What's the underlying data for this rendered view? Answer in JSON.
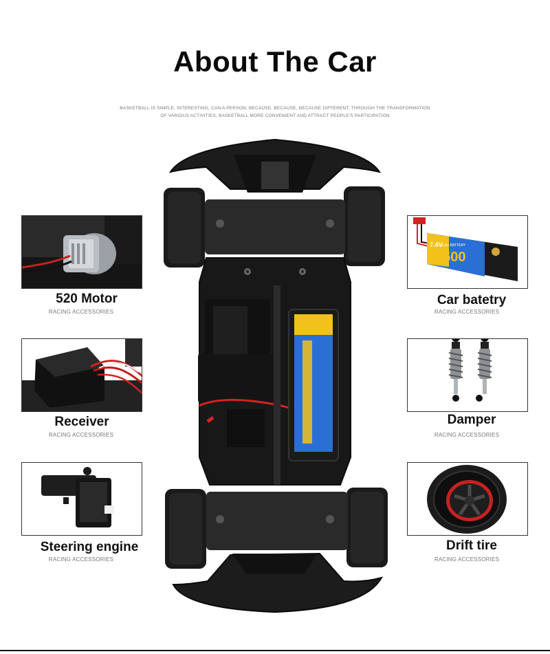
{
  "header": {
    "title": "About The Car",
    "subtitle_line1": "BASKETBALL IS SIMPLE, INTERESTING, CAN A PERSON, BECAUSE, BECAUSE, BECAUSE DIFFERENT, THROUGH THE TRANSFORMATION",
    "subtitle_line2": "OF VARIOUS ACTIVITIES, BASKETBALL MORE CONVENIENT AND ATTRACT PEOPLE'S PARTICIPATION"
  },
  "parts": [
    {
      "name": "520 Motor",
      "tag": "RACING ACCESSORIES"
    },
    {
      "name": "Receiver",
      "tag": "RACING ACCESSORIES"
    },
    {
      "name": "Steering engine",
      "tag": "RACING ACCESSORIES"
    },
    {
      "name": "Car batetry",
      "tag": "RACING ACCESSORIES"
    },
    {
      "name": "Damper",
      "tag": "RACING ACCESSORIES"
    },
    {
      "name": "Drift tire",
      "tag": "RACING ACCESSORIES"
    }
  ],
  "battery_label": {
    "voltage": "7.4V",
    "type": "Li-ion BATTERY",
    "capacity": "1500"
  },
  "colors": {
    "chassis": "#1b1b1b",
    "accent_red": "#d42222",
    "battery_blue": "#2a6fd6",
    "battery_yellow": "#f2c21a"
  }
}
